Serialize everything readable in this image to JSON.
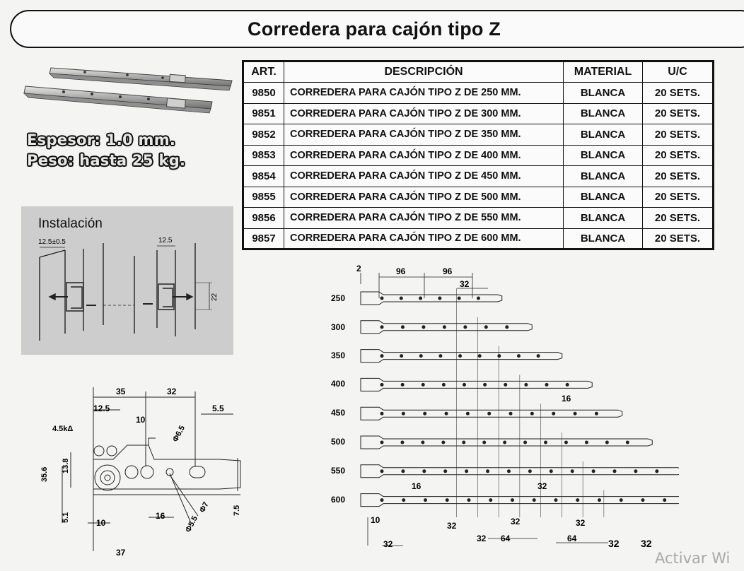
{
  "title": "Corredera para cajón tipo Z",
  "specs": [
    "Espesor: 1.0 mm.",
    "Peso: hasta 25 kg."
  ],
  "table": {
    "headers": [
      "ART.",
      "DESCRIPCIÓN",
      "MATERIAL",
      "U/C"
    ],
    "rows": [
      [
        "9850",
        "CORREDERA PARA CAJÓN TIPO Z DE 250 MM.",
        "BLANCA",
        "20 SETS."
      ],
      [
        "9851",
        "CORREDERA PARA CAJÓN TIPO Z DE 300 MM.",
        "BLANCA",
        "20 SETS."
      ],
      [
        "9852",
        "CORREDERA PARA CAJÓN TIPO Z DE 350 MM.",
        "BLANCA",
        "20 SETS."
      ],
      [
        "9853",
        "CORREDERA PARA CAJÓN TIPO Z DE 400 MM.",
        "BLANCA",
        "20 SETS."
      ],
      [
        "9854",
        "CORREDERA PARA CAJÓN TIPO Z DE 450 MM.",
        "BLANCA",
        "20 SETS."
      ],
      [
        "9855",
        "CORREDERA PARA CAJÓN TIPO Z DE 500 MM.",
        "BLANCA",
        "20 SETS."
      ],
      [
        "9856",
        "CORREDERA PARA CAJÓN TIPO Z DE 550 MM.",
        "BLANCA",
        "20 SETS."
      ],
      [
        "9857",
        "CORREDERA PARA CAJÓN TIPO Z DE 600 MM.",
        "BLANCA",
        "20 SETS."
      ]
    ]
  },
  "installation": {
    "label": "Instalación",
    "dims": [
      "12.5±0.5",
      "12.5",
      "22"
    ]
  },
  "detail_dims": [
    "35",
    "32",
    "12.5",
    "10",
    "5.5",
    "4.5kΔ",
    "Φ6.5",
    "35.6",
    "13.8",
    "Φ7",
    "5.1",
    "10",
    "16",
    "Φ5.5",
    "7.5",
    "37"
  ],
  "lengths_diagram": {
    "top_dims": [
      "2",
      "96",
      "96",
      "32"
    ],
    "sizes": [
      "250",
      "300",
      "350",
      "400",
      "450",
      "500",
      "550",
      "600"
    ],
    "inner_dims": [
      "16",
      "16",
      "32"
    ],
    "bottom_dims": [
      "10",
      "32",
      "32",
      "32",
      "32",
      "64",
      "64",
      "32",
      "32",
      "32"
    ]
  },
  "watermark": "Activar Wi"
}
